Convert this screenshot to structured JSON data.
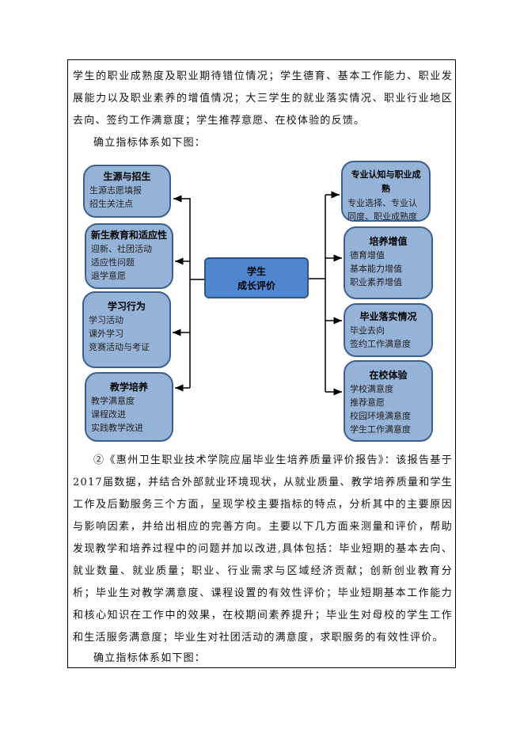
{
  "paragraph1": "学生的职业成熟度及职业期待错位情况；学生德育、基本工作能力、职业发展能力以及职业素养的增值情况；大三学生的就业落实情况、职业行业地区去向、签约工作满意度；学生推荐意愿、在校体验的反馈。",
  "caption1": "确立指标体系如下图：",
  "diagram": {
    "center": {
      "line1": "学生",
      "line2": "成长评价"
    },
    "left": [
      {
        "title": "生源与招生",
        "items": [
          "生源志愿填报",
          "招生关注点"
        ]
      },
      {
        "title": "新生教育和适应性",
        "items": [
          "迎新、社团活动",
          "适应性问题",
          "退学意愿"
        ]
      },
      {
        "title": "学习行为",
        "items": [
          "学习活动",
          "课外学习",
          "竞赛活动与考证"
        ]
      },
      {
        "title": "教学培养",
        "items": [
          "教学满意度",
          "课程改进",
          "实践教学改进"
        ]
      }
    ],
    "right": [
      {
        "title": "专业认知与职业成熟",
        "items": [
          "专业选择、专业认同度、职业成熟度"
        ]
      },
      {
        "title": "培养增值",
        "items": [
          "德育增值",
          "基本能力增值",
          "职业素养增值"
        ]
      },
      {
        "title": "毕业落实情况",
        "items": [
          "毕业去向",
          "签约工作满意度"
        ]
      },
      {
        "title": "在校体验",
        "items": [
          "学校满意度",
          "推荐意愿",
          "校园环境满意度",
          "学生工作满意度"
        ]
      }
    ],
    "colors": {
      "box_fill": "#95b3d7",
      "box_border": "#3d5f8e",
      "center_fill": "#4f86cf"
    }
  },
  "paragraph2": "②《惠州卫生职业技术学院应届毕业生培养质量评价报告》：该报告基于2017届数据，并结合外部就业环境现状，从就业质量、教学培养质量和学生工作及后勤服务三个方面，呈现学校主要指标的特点，分析其中的主要原因与影响因素，并给出相应的完善方向。主要以下几方面来测量和评价，帮助发现教学和培养过程中的问题并加以改进,具体包括：毕业短期的基本去向、就业数量、就业质量；职业、行业需求与区域经济贡献；创新创业教育分析；毕业生对教学满意度、课程设置的有效性评价；毕业短期基本工作能力和核心知识在工作中的效果，在校期间素养提升；毕业生对母校的学生工作和生活服务满意度；毕业生对社团活动的满意度，求职服务的有效性评价。",
  "caption2": "确立指标体系如下图："
}
